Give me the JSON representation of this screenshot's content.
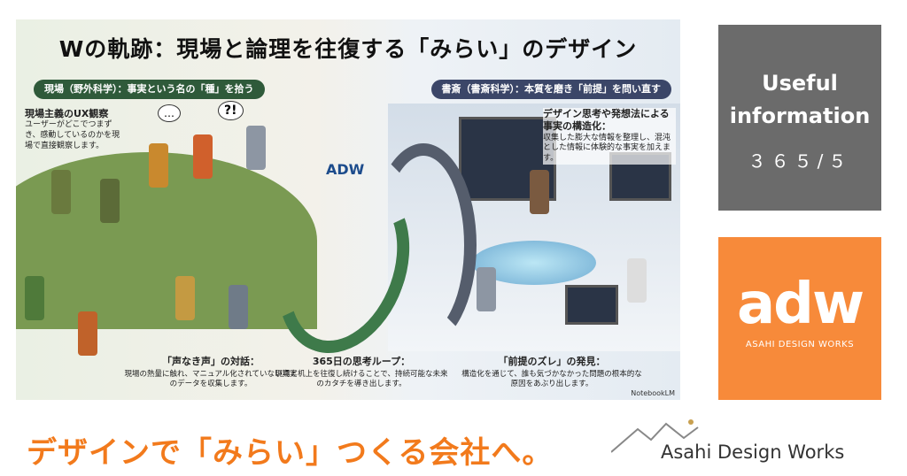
{
  "illustration": {
    "title": "Wの軌跡：現場と論理を往復する「みらい」のデザイン",
    "left_banner": "現場（野外科学）：事実という名の「種」を拾う",
    "right_banner": "書斎（書斎科学）：本質を磨き「前提」を問い直す",
    "left_note": {
      "heading": "現場主義のUX観察",
      "body": "ユーザーがどこでつまずき、感動しているのかを現場で直接観察します。"
    },
    "right_note": {
      "heading": "デザイン思考や発想法による事実の構造化：",
      "body": "収集した膨大な情報を整理し、混沌とした情報に体験的な事実を加えます。"
    },
    "center_logo": "ADW",
    "captions": [
      {
        "heading": "「声なき声」の対話：",
        "body": "現場の熱量に触れ、マニュアル化されていない真実のデータを収集します。"
      },
      {
        "heading": "365日の思考ループ：",
        "body": "現場と机上を往復し続けることで、持続可能な未来のカタチを導き出します。"
      },
      {
        "heading": "「前提のズレ」の発見：",
        "body": "構造化を通じて、誰も気づかなかった問題の根本的な原因をあぶり出します。"
      }
    ],
    "credit": "NotebookLM",
    "speech_bubbles": [
      "…",
      "?!"
    ]
  },
  "info_box": {
    "title": "Useful information",
    "counter": "３６５/５",
    "color": "#6b6b6b"
  },
  "logo_box": {
    "mark": "adw",
    "name": "ASAHI DESIGN WORKS",
    "color": "#f78a3a"
  },
  "tagline": {
    "text": "デザインで「みらい」つくる会社へ。",
    "color": "#f27a1c"
  },
  "brand": {
    "name": "Asahi Design Works"
  }
}
